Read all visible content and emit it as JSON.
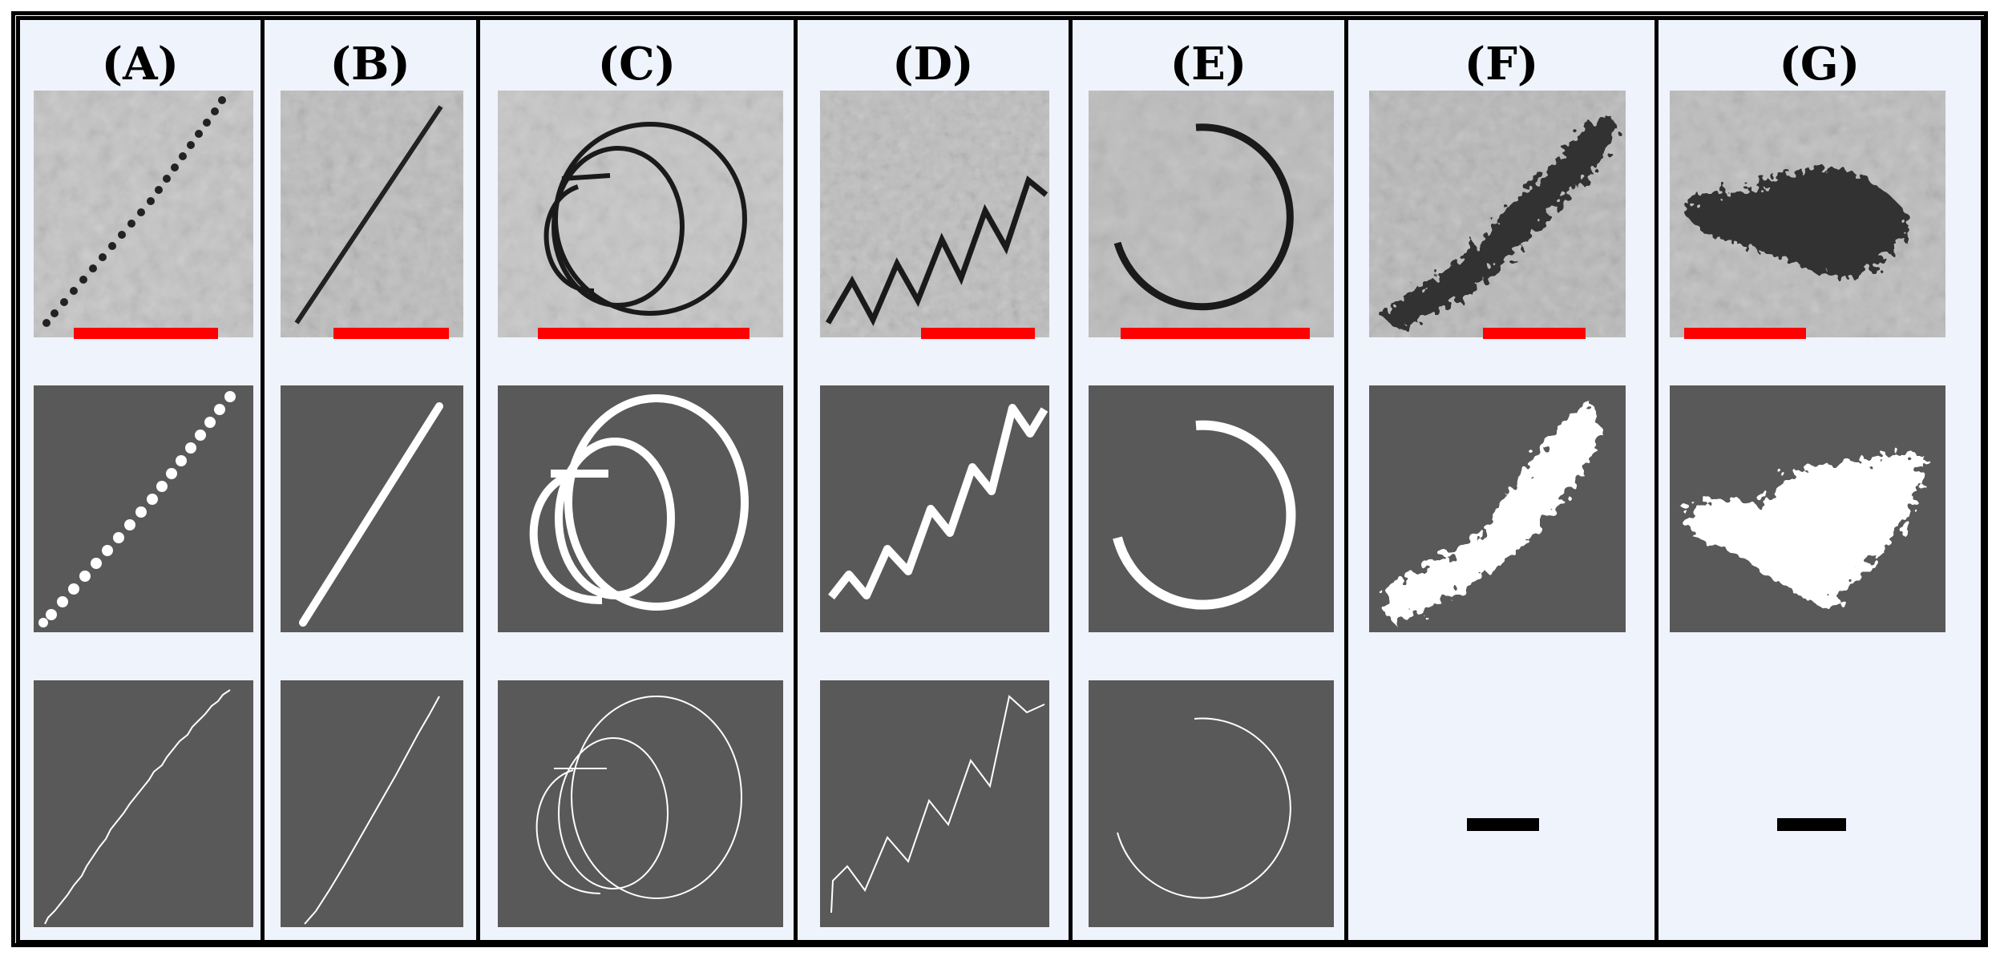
{
  "panels": [
    {
      "label": "(A)"
    },
    {
      "label": "(B)"
    },
    {
      "label": "(C)"
    },
    {
      "label": "(D)"
    },
    {
      "label": "(E)"
    },
    {
      "label": "(F)"
    },
    {
      "label": "(G)"
    }
  ],
  "colors": {
    "background": "#eff3fb",
    "mask_background": "#595959",
    "mask_foreground": "#ffffff",
    "scale_bar": "#ff0000",
    "border": "#000000"
  }
}
